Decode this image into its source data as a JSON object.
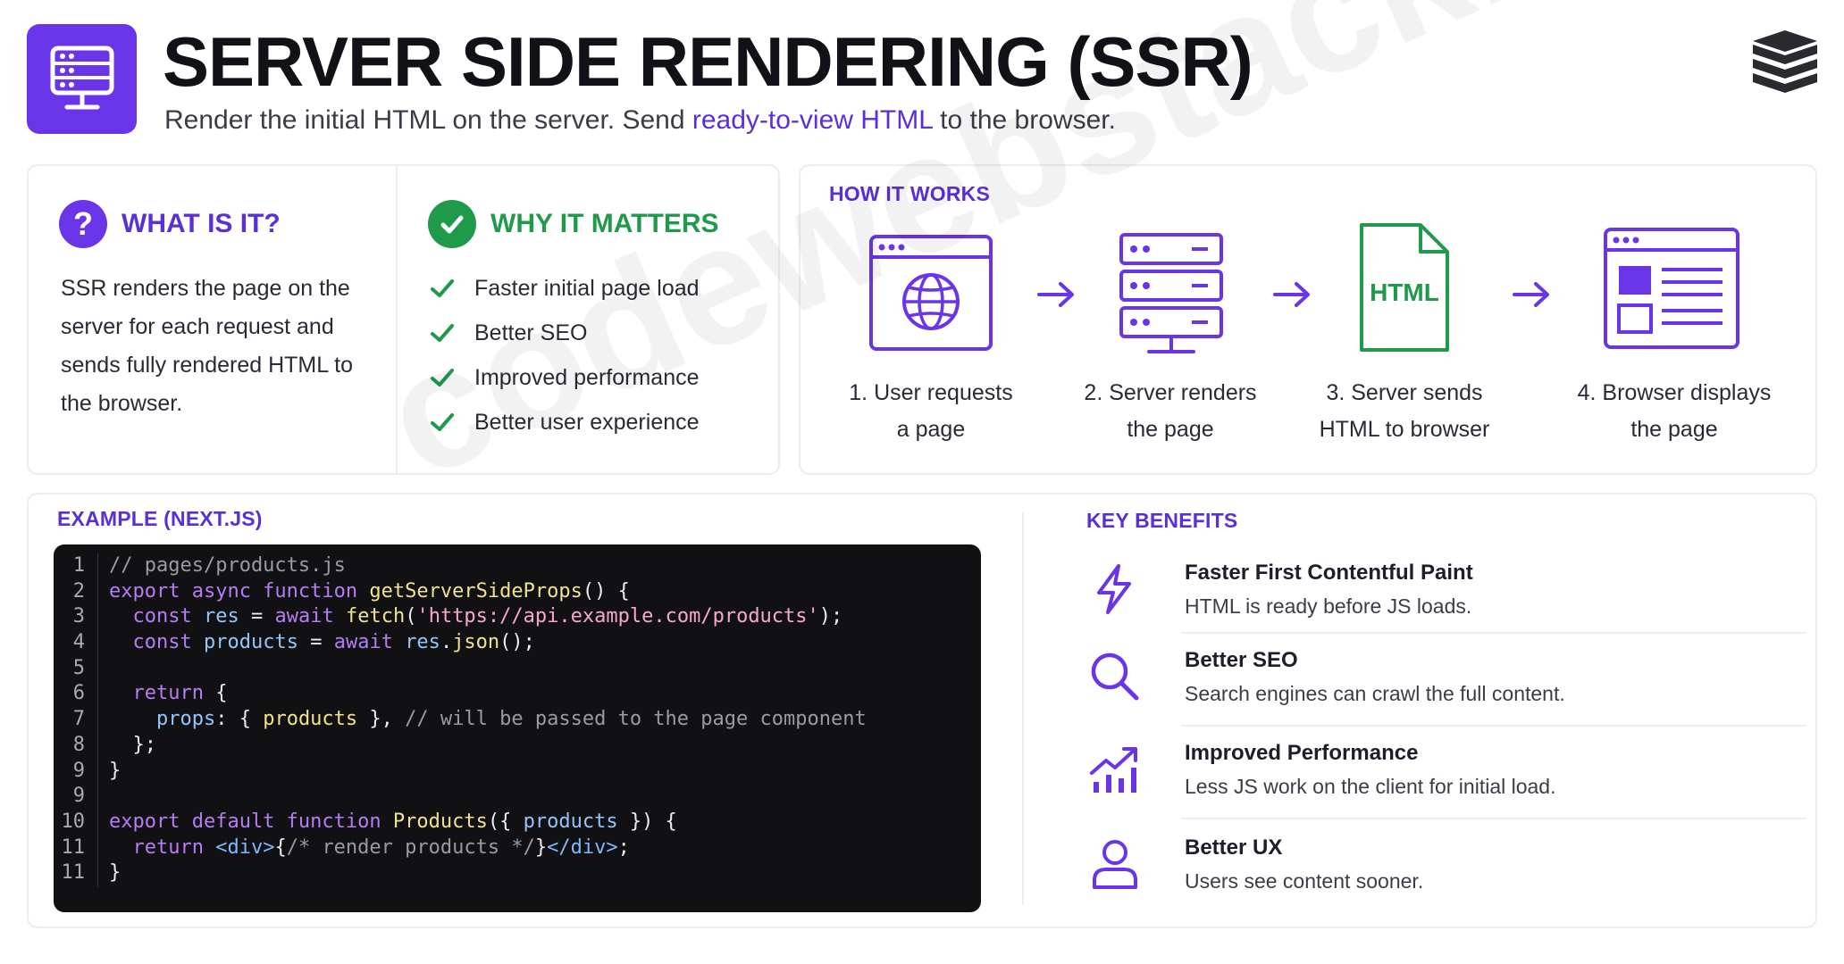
{
  "header": {
    "title": "SERVER SIDE RENDERING (SSR)",
    "subtitle_pre": "Render the initial HTML on the server. Send ",
    "subtitle_highlight": "ready-to-view HTML",
    "subtitle_post": " to the browser."
  },
  "what": {
    "icon_text": "?",
    "heading": "WHAT IS IT?",
    "body": "SSR renders the page on the server for each request and sends fully rendered HTML to the browser."
  },
  "why": {
    "heading": "WHY IT MATTERS",
    "items": [
      "Faster initial page load",
      "Better SEO",
      "Improved performance",
      "Better user experience"
    ]
  },
  "how": {
    "heading": "HOW IT WORKS",
    "html_badge": "HTML",
    "steps": [
      {
        "line1": "1. User requests",
        "line2": "a page"
      },
      {
        "line1": "2. Server renders",
        "line2": "the page"
      },
      {
        "line1": "3. Server sends",
        "line2": "HTML to browser"
      },
      {
        "line1": "4. Browser displays",
        "line2": "the page"
      }
    ]
  },
  "example": {
    "heading": "EXAMPLE (NEXT.JS)",
    "line_numbers": [
      "1",
      "2",
      "3",
      "4",
      "5",
      "6",
      "7",
      "8",
      "9",
      "9",
      "10",
      "11",
      "11"
    ],
    "lines": [
      "// pages/products.js",
      "export async function getServerSideProps() {",
      "  const res = await fetch('https://api.example.com/products');",
      "  const products = await res.json();",
      "",
      "  return {",
      "    props: { products }, // will be passed to the page component",
      "  };",
      "}",
      "",
      "export default function Products({ products }) {",
      "  return <div>{/* render products */}</div>;",
      "}"
    ]
  },
  "benefits": {
    "heading": "KEY BENEFITS",
    "items": [
      {
        "icon": "lightning-icon",
        "title": "Faster First Contentful Paint",
        "desc": "HTML is ready before JS loads."
      },
      {
        "icon": "search-icon",
        "title": "Better SEO",
        "desc": "Search engines can crawl the full content."
      },
      {
        "icon": "chart-growth-icon",
        "title": "Improved Performance",
        "desc": "Less JS work on the client for initial load."
      },
      {
        "icon": "user-icon",
        "title": "Better UX",
        "desc": "Users see content sooner."
      }
    ]
  },
  "watermark": "codewebstack.com",
  "colors": {
    "brand_purple": "#6a34e8",
    "heading_purple": "#5b2fd6",
    "green": "#1f9a4a",
    "code_bg": "#111113"
  }
}
